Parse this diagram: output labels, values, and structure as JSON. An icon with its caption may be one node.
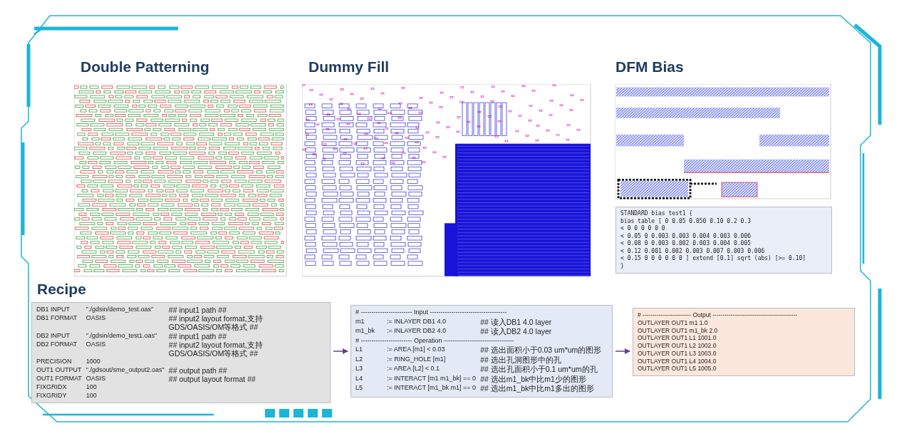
{
  "diagram": {
    "nodes": [
      {
        "text": [
          "DB1 INPUT",
          "\"./gdsin/demo_test.oas\"",
          "## input1 path ##",
          "DB1 FORMAT",
          "OASIS",
          "## input2 layout format,支持GDS/OASIS/OM等格式 ##",
          "DB2 INPUT",
          "\"./gdsin/demo_test1.oas\"",
          "## input1 path ##",
          "DB2 FORMAT",
          "OASIS",
          "## input2 layout format,支持GDS/OASIS/OM等格式 ##",
          "PRECISION",
          "1000",
          "OUT1 OUTPUT",
          "\"./gdsout/sme_output2.oas\"",
          "## output path ##",
          "OUT1 FORMAT",
          "OASIS",
          "## output layout format ##",
          "FIXGRIDX",
          "100",
          "FIXGRIDY",
          "100"
        ]
      },
      {
        "text": [
          "# ------------------------ Input ------------------------------------",
          "m1",
          ":= INLAYER DB1 4.0",
          "## 读入DB1 4.0 layer",
          "m1_bk",
          ":= INLAYER DB2 4.0",
          "## 读入DB2 4.0 layer",
          "# ------------------------ Operation ---------------------------------",
          "L1",
          ":= AREA [m1] < 0.03",
          "## 选出面积小于0.03 um*um的图形",
          "L2",
          ":= RING_HOLE [m1]",
          "## 选出孔洞图形中的孔",
          "L3",
          ":= AREA [L2] < 0.1",
          "## 选出孔面积小于0.1 um*um的孔",
          "L4",
          ":= INTERACT [m1 m1_bk] == 0",
          "## 选出m1_bk中比m1少的图形",
          "L5",
          ":= INTERACT [m1_bk m1] == 0",
          "## 选出m1_bk中比m1多出的图形"
        ]
      },
      {
        "text": [
          "# ------------------------ Output ------------------------------------------",
          "OUTLAYER OUT1 m1 1.0",
          "OUTLAYER OUT1 m1_bk 2.0",
          "OUTLAYER OUT1 L1 1001.0",
          "OUTLAYER OUT1 L2 1002.0",
          "OUTLAYER OUT1 L3 1003.0",
          "OUTLAYER OUT1 L4 1004.0",
          "OUTLAYER OUT1 L5 1005.0"
        ]
      },
      {
        "text": [
          "STANDARD bias test1 {",
          "bias table [ 0 0.05 0.050 0.10 0.2 0.3",
          "< 0 0 0 0 0 0",
          "< 0.05 0 0.003 0.003 0.004 0.003 0.006",
          "< 0.08 0 0.003 0.002 0.003 0.004 0.005",
          "< 0.12 0.001 0.002 0.003 0.007 0.003 0.006",
          "< 0.15 0 0 0 0 0 0 ] extend [0.1] sqrt (abs) [>= 0.10]",
          "}"
        ]
      }
    ],
    "edges": [
      {
        "from": 0,
        "to": 1,
        "arrow": "to"
      },
      {
        "from": 1,
        "to": 2,
        "arrow": "to"
      }
    ],
    "labels": [
      "Double Patterning",
      "Dummy Fill",
      "DFM Bias",
      "Recipe"
    ]
  }
}
